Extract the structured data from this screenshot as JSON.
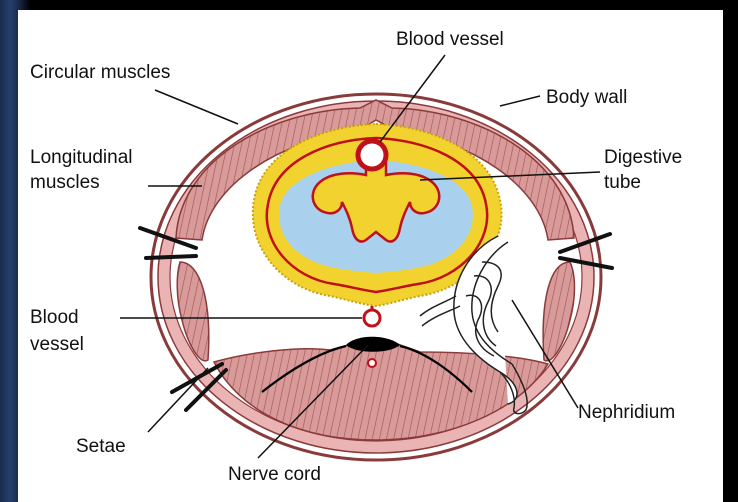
{
  "labels": {
    "blood_vessel_top": "Blood vessel",
    "circular_muscles": "Circular muscles",
    "body_wall": "Body wall",
    "longitudinal_1": "Longitudinal",
    "longitudinal_2": "muscles",
    "digestive_1": "Digestive",
    "digestive_2": "tube",
    "blood_vessel_left_1": "Blood",
    "blood_vessel_left_2": "vessel",
    "setae": "Setae",
    "nerve_cord": "Nerve cord",
    "nephridium": "Nephridium"
  },
  "colors": {
    "muscle": "#d99a9a",
    "muscle_dark": "#a25656",
    "yellow": "#f2d22e",
    "blue": "#a9d0ec",
    "red": "#c0101a"
  }
}
